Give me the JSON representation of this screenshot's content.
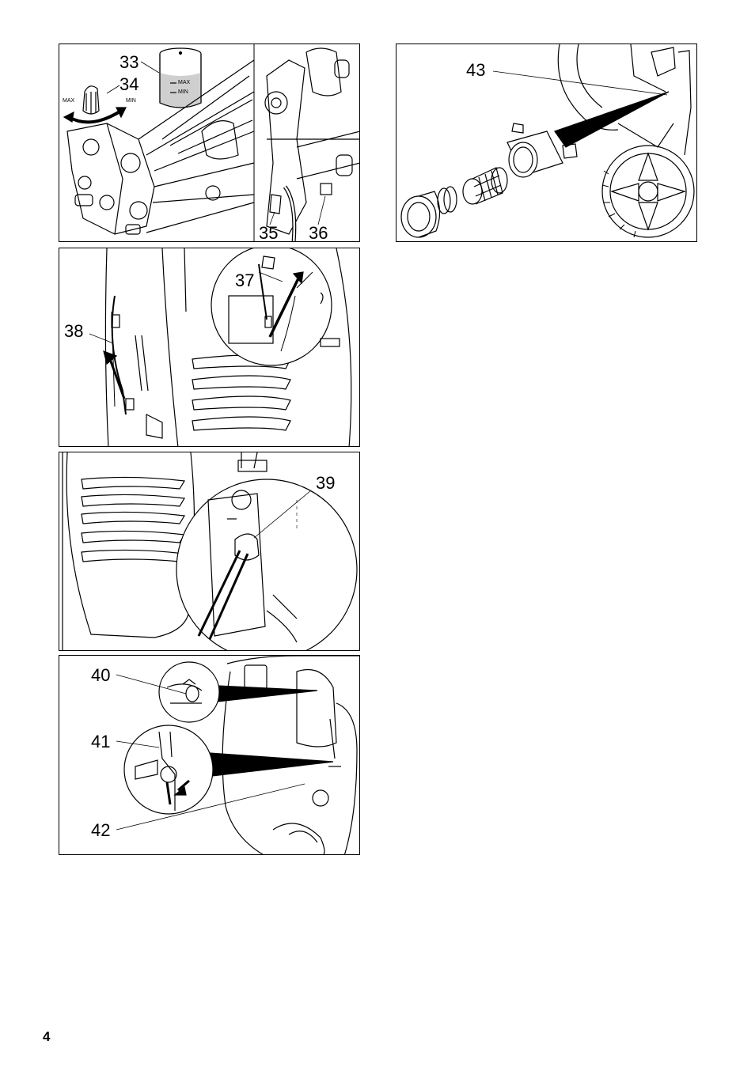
{
  "page": {
    "number": "4"
  },
  "figures": {
    "fig1": {
      "callouts": {
        "c33": "33",
        "c34": "34",
        "c35": "35",
        "c36": "36"
      },
      "labels": {
        "max_arrow": "MAX",
        "min_arrow": "MIN",
        "tank_max": "MAX",
        "tank_min": "MIN"
      }
    },
    "fig2": {
      "callouts": {
        "c37": "37",
        "c38": "38"
      }
    },
    "fig3": {
      "callouts": {
        "c39": "39"
      }
    },
    "fig4": {
      "callouts": {
        "c40": "40",
        "c41": "41",
        "c42": "42"
      }
    },
    "fig5": {
      "callouts": {
        "c43": "43"
      }
    }
  }
}
